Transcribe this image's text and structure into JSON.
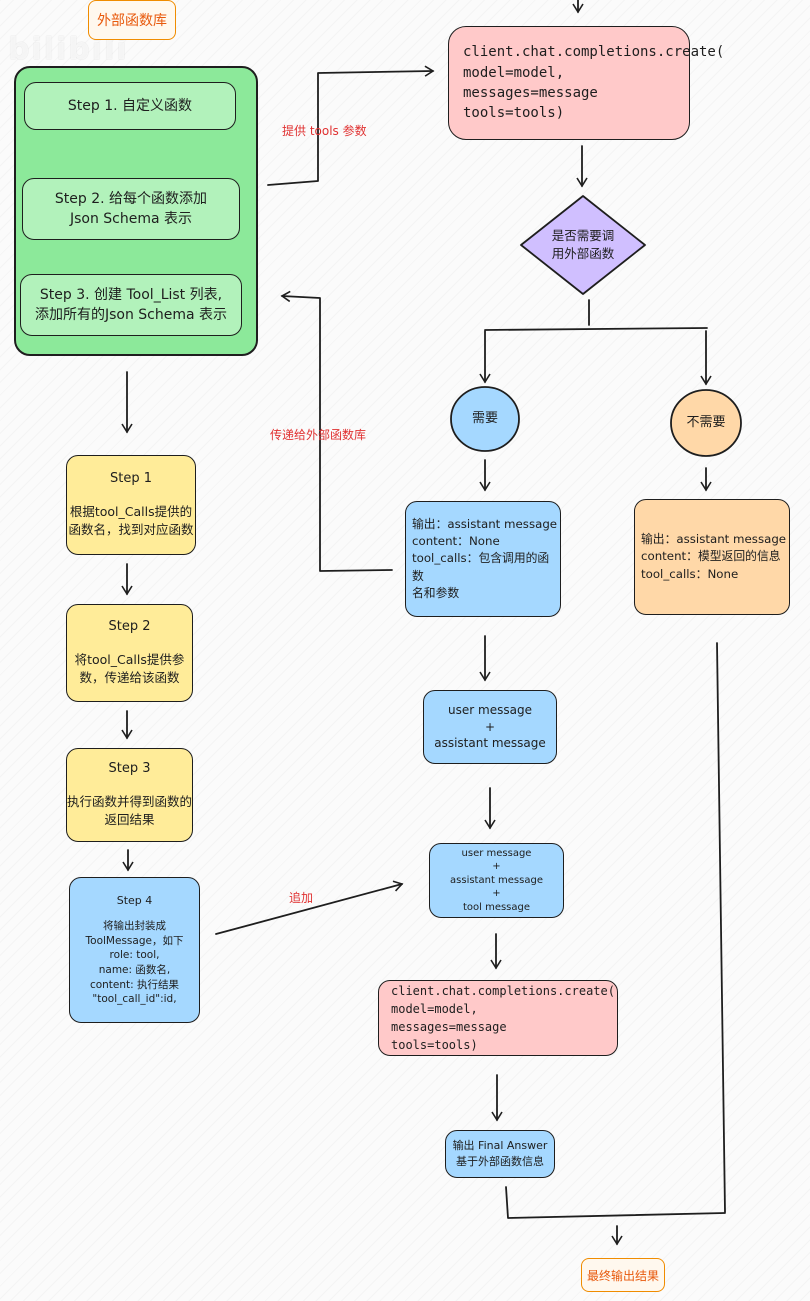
{
  "tags": {
    "top": "外部函数库",
    "bottom": "最终输出结果"
  },
  "watermark": "bilibili",
  "left_group": {
    "step1": "Step 1. 自定义函数",
    "step2": "Step 2. 给每个函数添加\nJson Schema 表示",
    "step3": "Step 3. 创建 Tool_List 列表,\n添加所有的Json Schema 表示"
  },
  "labels": {
    "provide_tools": "提供 tools 参数",
    "pass_to_lib": "传递给外部函数库",
    "append": "追加"
  },
  "create_call_1": "client.chat.completions.create(\n  model=model,\n  messages=message\n  tools=tools)",
  "decision": "是否需要调\n用外部函数",
  "branch_yes": "需要",
  "branch_no": "不需要",
  "yes_output": "输出：assistant message\ncontent：None\ntool_calls：包含调用的函数\n名和参数",
  "no_output": "输出：assistant message\ncontent：模型返回的信息\ntool_calls：None",
  "msg_two": "user message\n+\nassistant  message",
  "msg_three": "user message\n+\nassistant  message\n+\ntool  message",
  "create_call_2": "client.chat.completions.create(\n  model=model,\n  messages=message\n  tools=tools)",
  "final_answer": "输出 Final Answer\n基于外部函数信息",
  "lib_steps": {
    "s1_title": "Step 1",
    "s1_body": "根据tool_Calls提供的\n函数名，找到对应函数",
    "s2_title": "Step 2",
    "s2_body": "将tool_Calls提供参\n数，传递给该函数",
    "s3_title": "Step 3",
    "s3_body": "执行函数并得到函数的\n返回结果",
    "s4_title": "Step 4",
    "s4_body": "将输出封装成\nToolMessage，如下\nrole: tool,\nname: 函数名,\ncontent: 执行结果\n\"tool_call_id\":id,"
  }
}
